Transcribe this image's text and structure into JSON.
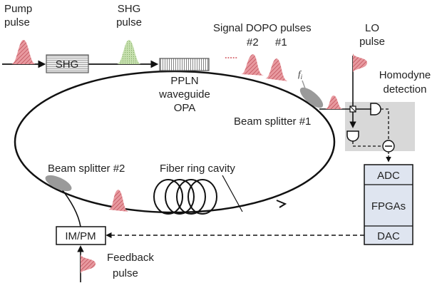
{
  "labels": {
    "pump_line1": "Pump",
    "pump_line2": "pulse",
    "shg_pulse_line1": "SHG",
    "shg_pulse_line2": "pulse",
    "shg_box": "SHG",
    "signal_line1": "Signal DOPO pulses",
    "signal_n2": "#2",
    "signal_n1": "#1",
    "ppln_line1": "PPLN",
    "ppln_line2": "waveguide",
    "ppln_line3": "OPA",
    "lo_line1": "LO",
    "lo_line2": "pulse",
    "homodyne_line1": "Homodyne",
    "homodyne_line2": "detection",
    "fi": "f",
    "fi_sub": "i",
    "bs1": "Beam splitter #1",
    "bs2": "Beam splitter #2",
    "fiber": "Fiber ring cavity",
    "impm": "IM/PM",
    "feedback_line1": "Feedback",
    "feedback_line2": "pulse",
    "adc": "ADC",
    "fpgas": "FPGAs",
    "dac": "DAC",
    "dots": "....."
  },
  "colors": {
    "pulse_red": "#d9737a",
    "pulse_green": "#b9d8a0",
    "fpga_fill": "#dfe5f0",
    "detector_fill": "#d8d8d8",
    "splitter_gray": "#9a9a9a"
  }
}
